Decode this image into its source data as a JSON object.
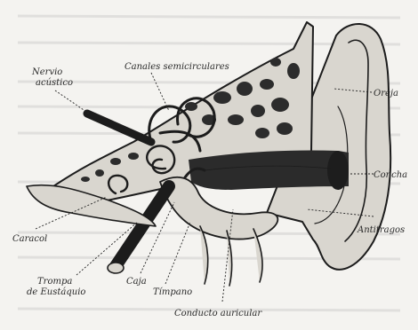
{
  "labels": {
    "canales": "Canales semicirculares",
    "nervio_1": "Nervio",
    "nervio_2": "acústico",
    "oreja": "Oreja",
    "concha": "Concha",
    "antitrago": "Antitragos",
    "caracol": "Caracol",
    "trompa_1": "Trompa",
    "trompa_2": "de Eustáquio",
    "caja": "Caja",
    "timpano": "Tímpano",
    "conducto": "Conducto auricular"
  }
}
